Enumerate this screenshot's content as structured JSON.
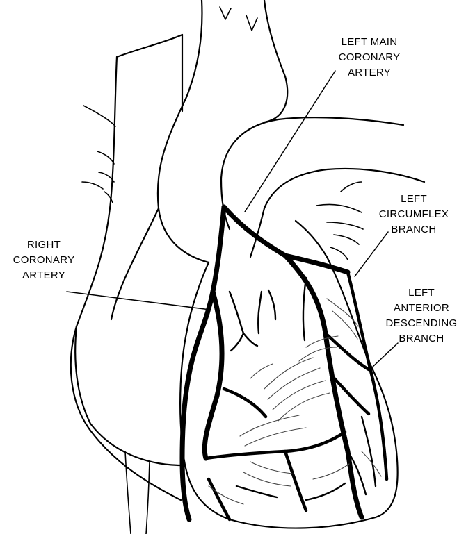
{
  "labels": {
    "left_main": [
      "LEFT MAIN",
      "CORONARY",
      "ARTERY"
    ],
    "left_circumflex": [
      "LEFT",
      "CIRCUMFLEX",
      "BRANCH"
    ],
    "right_coronary": [
      "RIGHT",
      "CORONARY",
      "ARTERY"
    ],
    "left_anterior_descending": [
      "LEFT",
      "ANTERIOR",
      "DESCENDING",
      "BRANCH"
    ]
  },
  "colors": {
    "line": "#000000",
    "background": "#ffffff"
  }
}
